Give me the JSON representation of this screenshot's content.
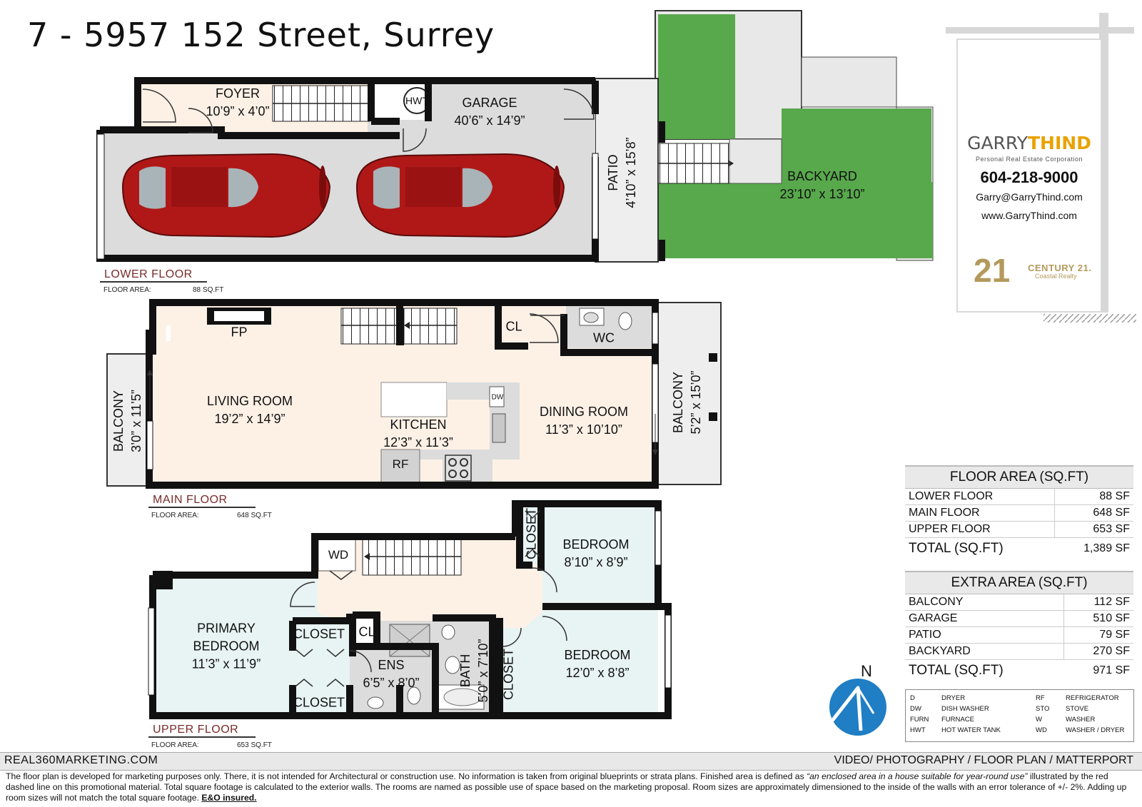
{
  "title": "7 - 5957 152 Street, Surrey",
  "rooms": {
    "foyer": {
      "name": "FOYER",
      "size": "10’9” x 4’0”"
    },
    "hwt": {
      "name": "HWT"
    },
    "garage": {
      "name": "GARAGE",
      "size": "40’6” x 14’9”"
    },
    "patio": {
      "name": "PATIO",
      "size": "4’10” x 15’8”"
    },
    "backyard": {
      "name": "BACKYARD",
      "size": "23’10” x 13’10”"
    },
    "fp": {
      "name": "FP"
    },
    "cl_main": {
      "name": "CL"
    },
    "wc": {
      "name": "WC"
    },
    "living": {
      "name": "LIVING ROOM",
      "size": "19’2” x 14’9”"
    },
    "kitchen": {
      "name": "KITCHEN",
      "size": "12’3” x 11’3”"
    },
    "dw": {
      "name": "DW"
    },
    "rf": {
      "name": "RF"
    },
    "dining": {
      "name": "DINING ROOM",
      "size": "11’3” x 10’10”"
    },
    "balcony_left": {
      "name": "BALCONY",
      "size": "3’0” x 11’5”"
    },
    "balcony_right": {
      "name": "BALCONY",
      "size": "5’2” x 15’0”"
    },
    "wd": {
      "name": "WD"
    },
    "closet_bed1": {
      "name": "CLOSET"
    },
    "bedroom1": {
      "name": "BEDROOM",
      "size": "8’10” x 8’9”"
    },
    "primary": {
      "name1": "PRIMARY",
      "name2": "BEDROOM",
      "size": "11’3” x 11’9”"
    },
    "closet_primary1": {
      "name": "CLOSET"
    },
    "closet_primary2": {
      "name": "CLOSET"
    },
    "cl_upper": {
      "name": "CL"
    },
    "ens": {
      "name": "ENS",
      "size": "6’5” x 8’0”"
    },
    "bath": {
      "name": "BATH",
      "size": "5’0” x 7’10”"
    },
    "closet_bed2": {
      "name": "CLOSET"
    },
    "bedroom2": {
      "name": "BEDROOM",
      "size": "12’0” x 8’8”"
    }
  },
  "floors": [
    {
      "label": "LOWER FLOOR",
      "area_label": "FLOOR AREA:",
      "area": "88 SQ.FT"
    },
    {
      "label": "MAIN FLOOR",
      "area_label": "FLOOR AREA:",
      "area": "648 SQ.FT"
    },
    {
      "label": "UPPER FLOOR",
      "area_label": "FLOOR AREA:",
      "area": "653 SQ.FT"
    }
  ],
  "agent": {
    "name_first": "GARRY",
    "name_last": "THIND",
    "corporation": "Personal Real Estate Corporation",
    "phone": "604-218-9000",
    "email": "Garry@GarryThind.com",
    "website": "www.GarryThind.com",
    "brokerage_mark": "21",
    "brokerage_name": "CENTURY 21.",
    "brokerage_sub": "Coastal Realty"
  },
  "floor_area_table": {
    "heading": "FLOOR AREA (SQ.FT)",
    "rows": [
      {
        "label": "LOWER FLOOR",
        "value": "88 SF"
      },
      {
        "label": "MAIN FLOOR",
        "value": "648 SF"
      },
      {
        "label": "UPPER FLOOR",
        "value": "653 SF"
      }
    ],
    "total_label": "TOTAL (SQ.FT)",
    "total_value": "1,389 SF"
  },
  "extra_area_table": {
    "heading": "EXTRA AREA (SQ.FT)",
    "rows": [
      {
        "label": "BALCONY",
        "value": "112 SF"
      },
      {
        "label": "GARAGE",
        "value": "510 SF"
      },
      {
        "label": "PATIO",
        "value": "79 SF"
      },
      {
        "label": "BACKYARD",
        "value": "270 SF"
      }
    ],
    "total_label": "TOTAL (SQ.FT)",
    "total_value": "971 SF"
  },
  "compass": {
    "label": "N",
    "icon": "north-arrow-icon"
  },
  "abbreviations": [
    {
      "code": "D",
      "meaning": "DRYER"
    },
    {
      "code": "DW",
      "meaning": "DISH WASHER"
    },
    {
      "code": "FURN",
      "meaning": "FURNACE"
    },
    {
      "code": "HWT",
      "meaning": "HOT WATER TANK"
    },
    {
      "code": "RF",
      "meaning": "REFRIGERATOR"
    },
    {
      "code": "STO",
      "meaning": "STOVE"
    },
    {
      "code": "W",
      "meaning": "WASHER"
    },
    {
      "code": "WD",
      "meaning": "WASHER / DRYER"
    }
  ],
  "footer": {
    "left": "REAL360MARKETING.COM",
    "right": "VIDEO/ PHOTOGRAPHY / FLOOR PLAN / MATTERPORT",
    "disclaimer_1": "The floor plan is developed for marketing purposes only. There, it is not intended for Architectural or construction use. No information is  taken from original blueprints or strata plans. Finished area is defined as ",
    "disclaimer_quote": " “an enclosed area in a house suitable for year-round use”",
    "disclaimer_2": " illustrated by the red dashed line on this promotional material. Total square footage is calculated to the exterior walls. The rooms are named as possible use of space based on the marketing proposal. Room sizes are approximately dimensioned to the inside of the walls with an error tolerance of +/- 2%. Adding up room sizes will not match the total square footage. ",
    "eo": "E&O insured."
  },
  "colors": {
    "wall": "#111111",
    "warm_floor": "#fdf1e6",
    "cool_floor": "#e8f3f3",
    "grey_floor": "#dcdcdc",
    "lawn": "#58a84c",
    "car": "#b01818",
    "accent_gold": "#e8a300",
    "compass_blue": "#1f7ec4"
  }
}
